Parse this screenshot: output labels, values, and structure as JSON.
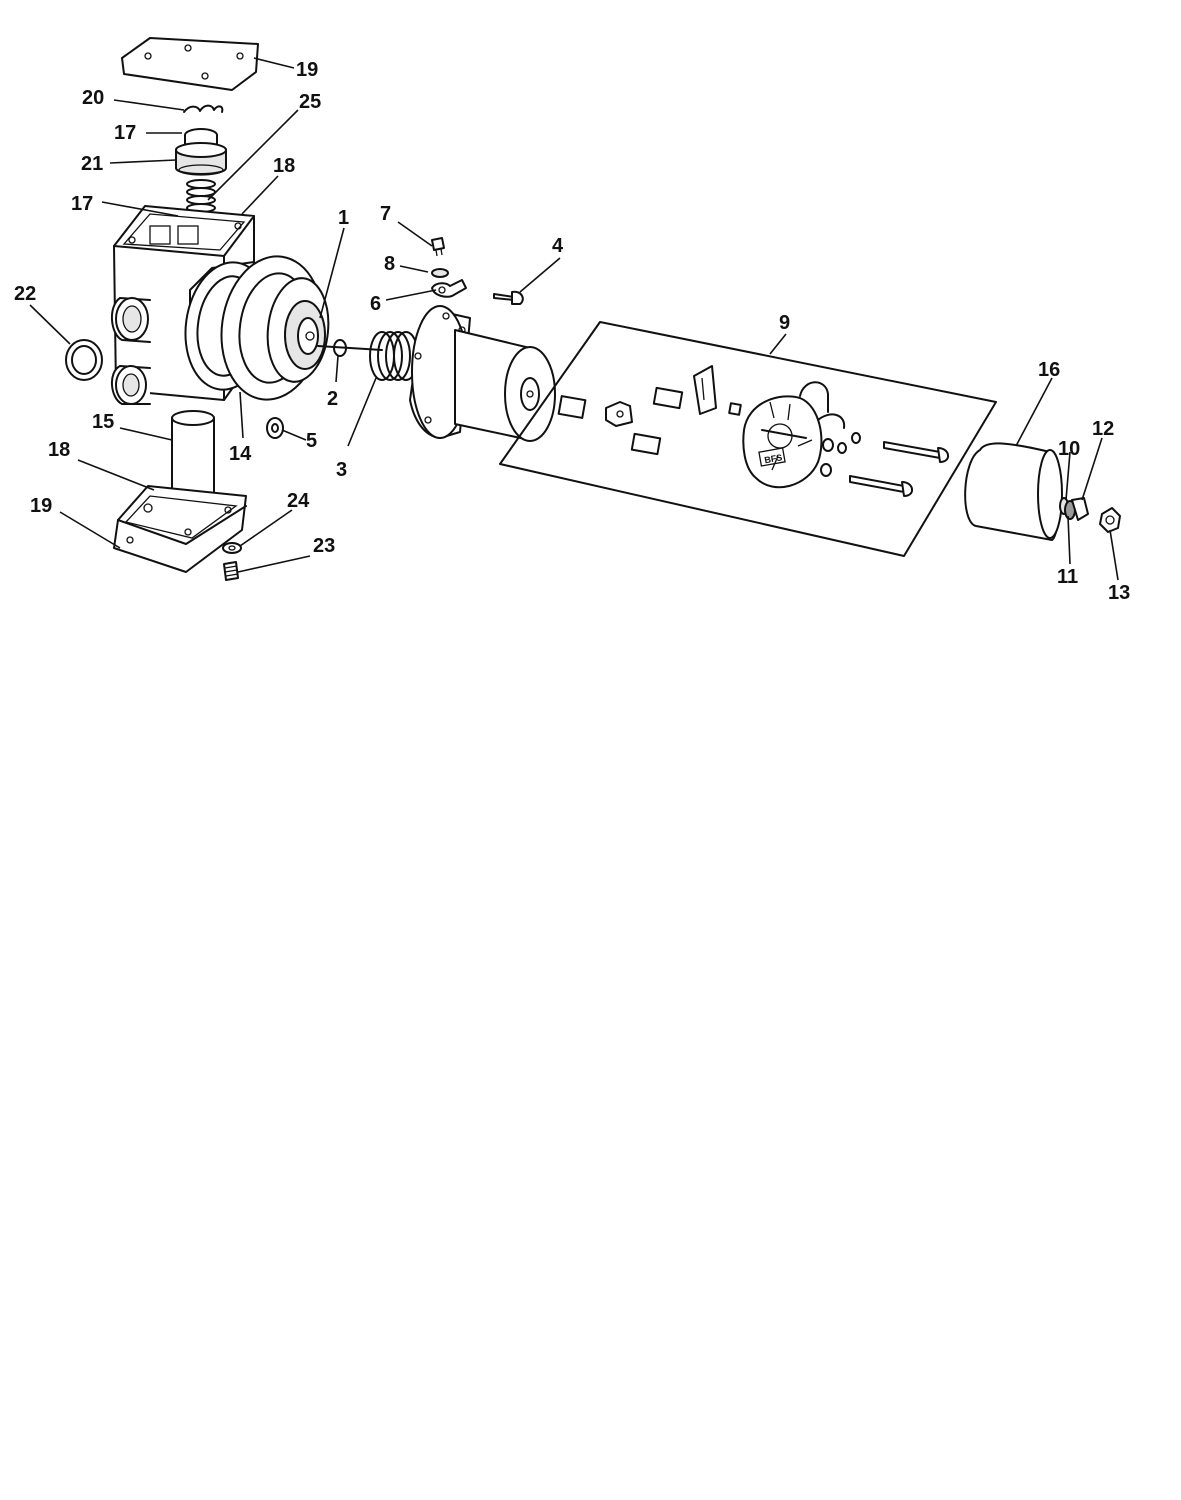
{
  "diagram": {
    "plate_logo_text": "BFS",
    "callouts": {
      "c1": "1",
      "c2": "2",
      "c3": "3",
      "c4": "4",
      "c5": "5",
      "c6": "6",
      "c7": "7",
      "c8": "8",
      "c9": "9",
      "c10": "10",
      "c11": "11",
      "c12": "12",
      "c13": "13",
      "c14": "14",
      "c15": "15",
      "c16": "16",
      "c17a": "17",
      "c17b": "17",
      "c18a": "18",
      "c18b": "18",
      "c19a": "19",
      "c19b": "19",
      "c20": "20",
      "c21": "21",
      "c22": "22",
      "c23": "23",
      "c24": "24",
      "c25": "25"
    }
  }
}
